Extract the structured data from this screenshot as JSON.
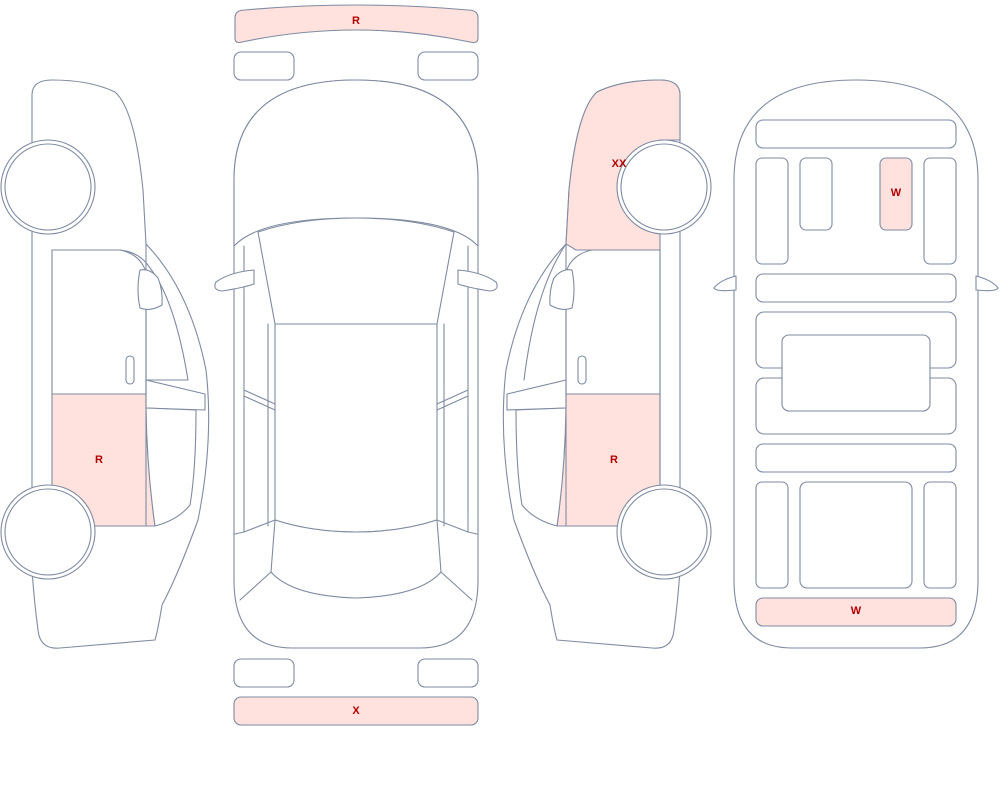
{
  "colors": {
    "outline": "#7f8ba0",
    "damaged_fill": "#ffe1de",
    "label": "#b00000",
    "base_fill": "#ffffff"
  },
  "parts": {
    "front_bumper": {
      "label": "R",
      "damaged": true
    },
    "left_rear_door": {
      "label": "R",
      "damaged": true
    },
    "right_front_fender": {
      "label": "XX",
      "damaged": true
    },
    "right_rear_door": {
      "label": "R",
      "damaged": true
    },
    "rear_bumper": {
      "label": "X",
      "damaged": true
    },
    "interior_seat": {
      "label": "W",
      "damaged": true
    },
    "interior_rear_row": {
      "label": "W",
      "damaged": true
    }
  }
}
